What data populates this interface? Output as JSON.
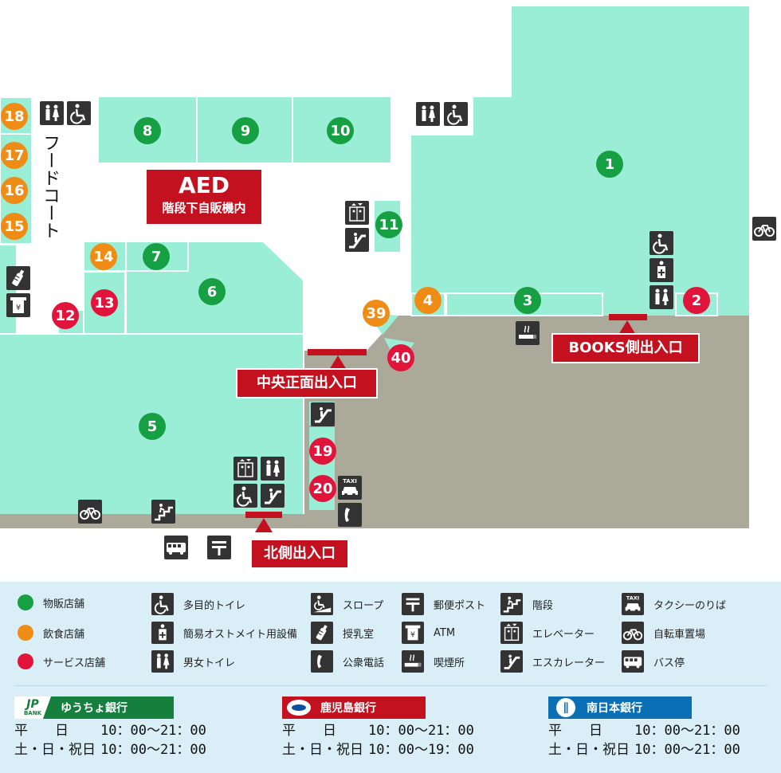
{
  "map": {
    "stores": [
      {
        "id": "1",
        "category": "retail"
      },
      {
        "id": "2",
        "category": "service"
      },
      {
        "id": "3",
        "category": "retail"
      },
      {
        "id": "4",
        "category": "food"
      },
      {
        "id": "5",
        "category": "retail"
      },
      {
        "id": "6",
        "category": "retail"
      },
      {
        "id": "7",
        "category": "retail"
      },
      {
        "id": "8",
        "category": "retail"
      },
      {
        "id": "9",
        "category": "retail"
      },
      {
        "id": "10",
        "category": "retail"
      },
      {
        "id": "11",
        "category": "retail"
      },
      {
        "id": "12",
        "category": "service"
      },
      {
        "id": "13",
        "category": "service"
      },
      {
        "id": "14",
        "category": "food"
      },
      {
        "id": "15",
        "category": "food"
      },
      {
        "id": "16",
        "category": "food"
      },
      {
        "id": "17",
        "category": "food"
      },
      {
        "id": "18",
        "category": "food"
      },
      {
        "id": "19",
        "category": "service"
      },
      {
        "id": "20",
        "category": "service"
      },
      {
        "id": "39",
        "category": "food"
      },
      {
        "id": "40",
        "category": "service"
      }
    ],
    "food_court_label": "フードコート",
    "aed": {
      "title": "AED",
      "subtitle": "階段下自販機内"
    },
    "entrances": {
      "central": "中央正面出入口",
      "books": "BOOKS側出入口",
      "north": "北側出入口"
    },
    "taxi_sign": "TAXI"
  },
  "legend": {
    "categories": [
      {
        "label": "物販店舗",
        "color": "#16a043"
      },
      {
        "label": "飲食店舗",
        "color": "#ee8c16"
      },
      {
        "label": "サービス店舗",
        "color": "#e1143c"
      }
    ],
    "facilities": [
      {
        "icon": "wheelchair-icon",
        "label": "多目的トイレ"
      },
      {
        "icon": "ostomate-icon",
        "label": "簡易オストメイト用設備"
      },
      {
        "icon": "restroom-icon",
        "label": "男女トイレ"
      },
      {
        "icon": "slope-icon",
        "label": "スロープ"
      },
      {
        "icon": "nursing-icon",
        "label": "授乳室"
      },
      {
        "icon": "phone-icon",
        "label": "公衆電話"
      },
      {
        "icon": "post-icon",
        "label": "郵便ポスト"
      },
      {
        "icon": "atm-icon",
        "label": "ATM"
      },
      {
        "icon": "smoking-icon",
        "label": "喫煙所"
      },
      {
        "icon": "stairs-icon",
        "label": "階段"
      },
      {
        "icon": "elevator-icon",
        "label": "エレベーター"
      },
      {
        "icon": "escalator-icon",
        "label": "エスカレーター"
      },
      {
        "icon": "taxi-icon",
        "label": "タクシーのりば"
      },
      {
        "icon": "bicycle-icon",
        "label": "自転車置場"
      },
      {
        "icon": "bus-icon",
        "label": "バス停"
      }
    ]
  },
  "banks": [
    {
      "name": "ゆうちょ銀行",
      "logo": "JP",
      "logo_sub": "BANK",
      "color": "#157f3d",
      "rows": [
        {
          "label": "平　　日",
          "hours": "10：00〜21：00"
        },
        {
          "label": "土・日・祝日",
          "hours": "10：00〜21：00"
        }
      ]
    },
    {
      "name": "鹿児島銀行",
      "color": "#c4111f",
      "rows": [
        {
          "label": "平　　日",
          "hours": "10：00〜21：00"
        },
        {
          "label": "土・日・祝日",
          "hours": "10：00〜19：00"
        }
      ]
    },
    {
      "name": "南日本銀行",
      "color": "#0b6fb6",
      "rows": [
        {
          "label": "平　　日",
          "hours": "10：00〜21：00"
        },
        {
          "label": "土・日・祝日",
          "hours": "10：00〜21：00"
        }
      ]
    }
  ],
  "colors": {
    "retail": "#16a043",
    "food": "#ee8c16",
    "service": "#e1143c",
    "floor": "#9aeed6",
    "path": "#aaa99a",
    "accent": "#c4111f"
  }
}
